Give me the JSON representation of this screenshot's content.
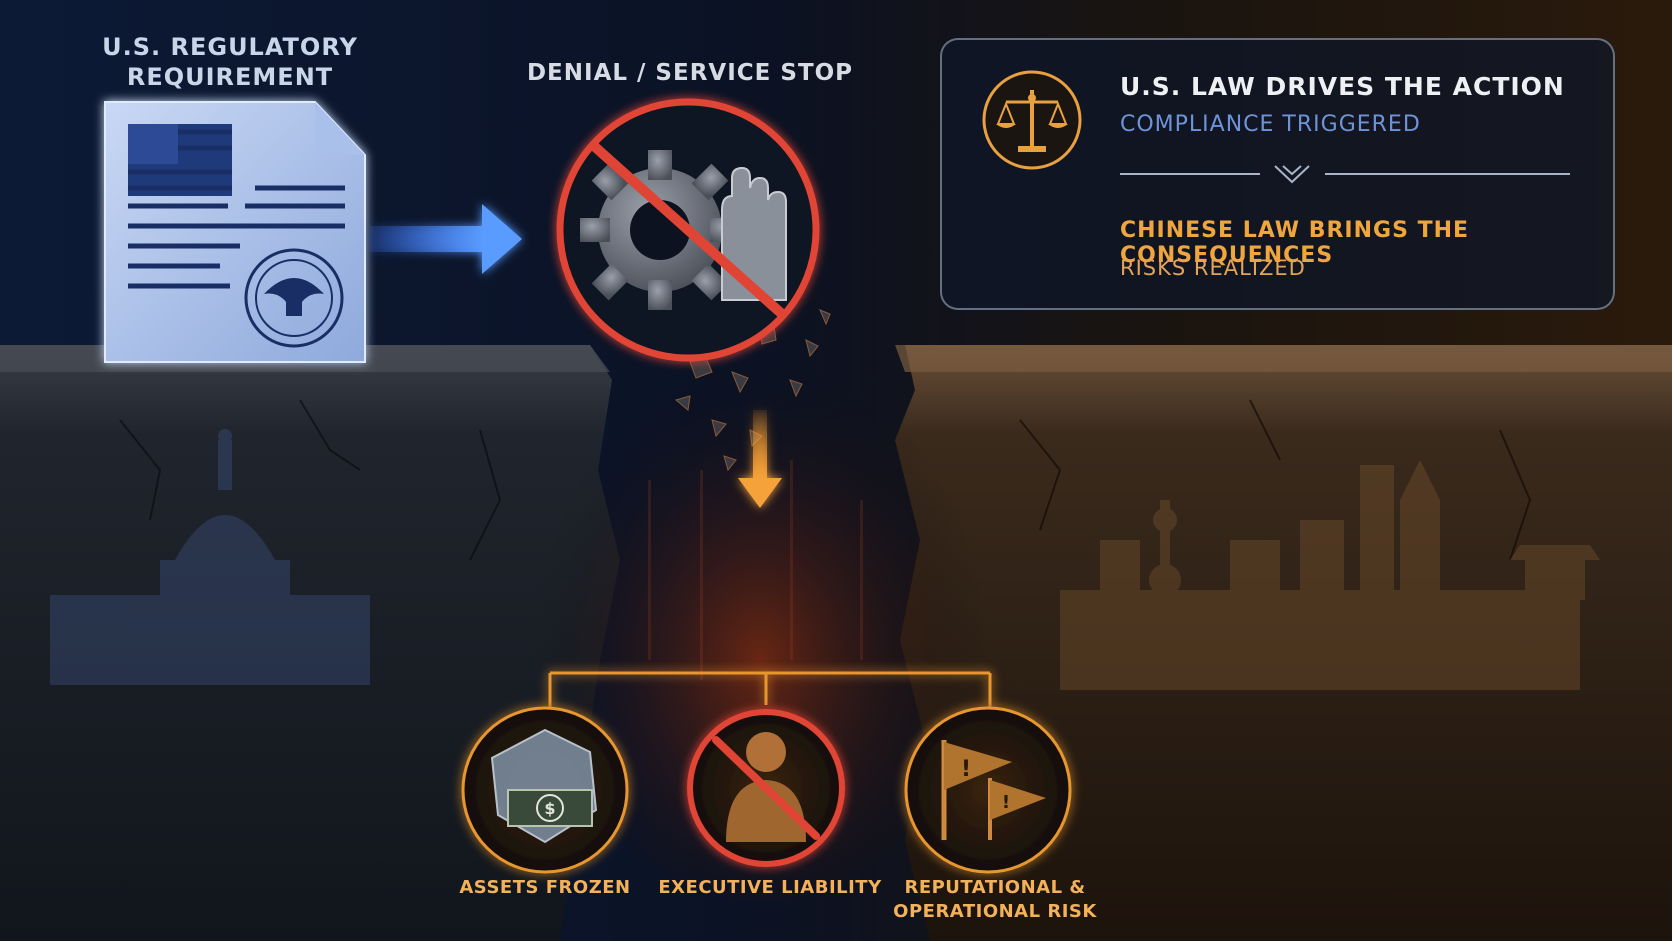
{
  "us_requirement": {
    "line1": "U.S. REGULATORY",
    "line2": "REQUIREMENT"
  },
  "denial": {
    "title": "DENIAL / SERVICE STOP"
  },
  "info_box": {
    "line1": "U.S. LAW DRIVES THE ACTION",
    "line2": "COMPLIANCE TRIGGERED",
    "line3": "CHINESE LAW BRINGS THE CONSEQUENCES",
    "line4": "RISKS REALIZED"
  },
  "consequences": {
    "assets": "ASSETS FROZEN",
    "executive": "EXECUTIVE LIABILITY",
    "risk_line1": "REPUTATIONAL &",
    "risk_line2": "OPERATIONAL RISK"
  },
  "icons": {
    "document": "us-flag-document-icon",
    "seal": "eagle-seal-icon",
    "arrow": "arrow-right-icon",
    "denial": "prohibited-gear-hand-icon",
    "law": "scales-of-justice-icon",
    "assets": "frozen-money-icon",
    "executive": "prohibited-person-icon",
    "risk": "warning-flags-icon"
  },
  "colors": {
    "us_blue": "#3d7bff",
    "alert_red": "#e04434",
    "consequence_orange": "#f0a63e",
    "compliance_blue": "#6f93d8"
  }
}
